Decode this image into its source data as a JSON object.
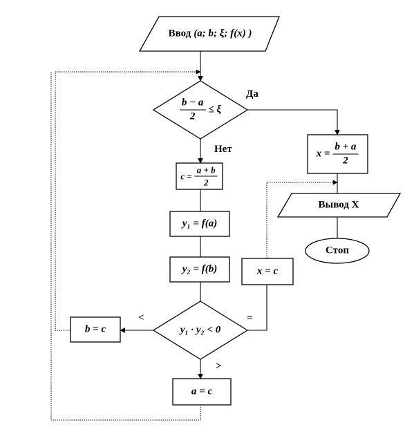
{
  "nodes": {
    "input": {
      "prefix": "Ввод",
      "args": "(a; b; ξ; f(x) )"
    },
    "cond1": {
      "num": "b − a",
      "den": "2",
      "rel": "≤ ξ"
    },
    "answer": {
      "lhs": "x =",
      "num": "b + a",
      "den": "2"
    },
    "output": {
      "text": "Вывод Х"
    },
    "stop": {
      "text": "Стоп"
    },
    "midpoint": {
      "lhs": "c =",
      "num": "a + b",
      "den": "2"
    },
    "y1": {
      "text": "y₁ = f(a)"
    },
    "y2": {
      "text": "y₂ = f(b)"
    },
    "xc": {
      "text": "x = c"
    },
    "cond2": {
      "text": "y₁ · y₂ < 0"
    },
    "bc": {
      "text": "b = c"
    },
    "ac": {
      "text": "a = c"
    }
  },
  "edge_labels": {
    "yes": "Да",
    "no": "Нет",
    "less": "<",
    "equal": "=",
    "greater": ">"
  }
}
